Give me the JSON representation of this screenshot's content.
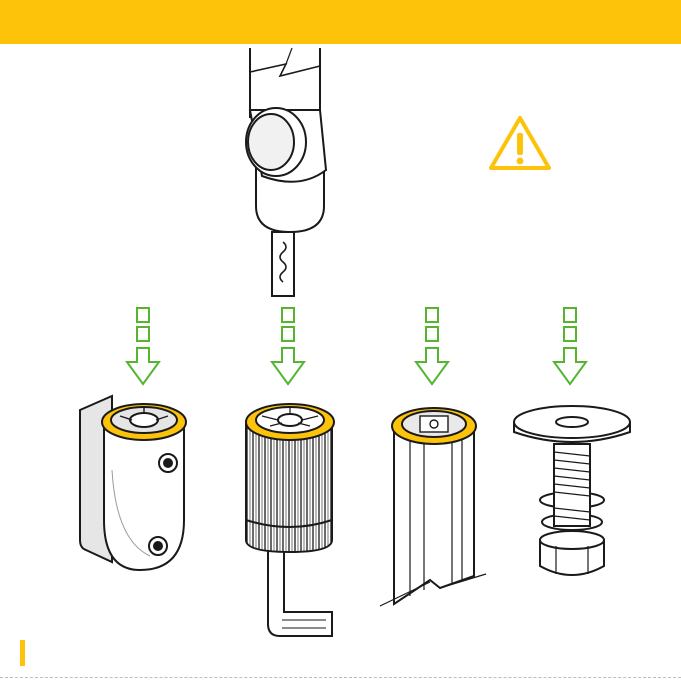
{
  "colors": {
    "accent_yellow": "#fcc30a",
    "arrow_green": "#55b52f",
    "line_art": "#1a1a1a",
    "body_fill": "#ffffff",
    "shade": "#dcdcdc"
  },
  "icons": {
    "warning": "warning-triangle-icon",
    "arrow": "arrow-down-icon"
  },
  "components": [
    "tool-head",
    "wall-mount-unit",
    "pleated-filter-cartridge",
    "profile-tube",
    "threaded-stud-mount"
  ],
  "arrow_count": 4
}
